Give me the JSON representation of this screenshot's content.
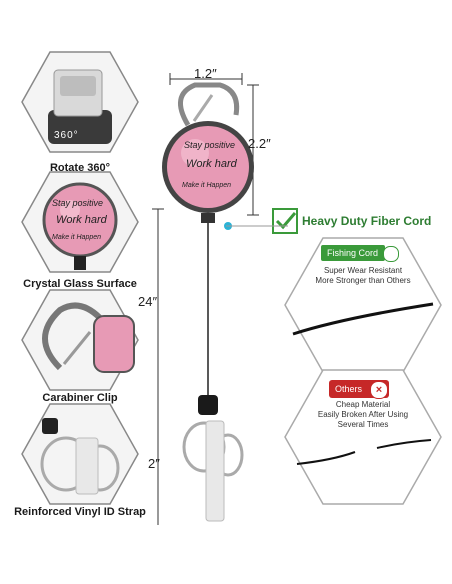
{
  "features": [
    {
      "label": "Rotate 360°",
      "badge": "360°"
    },
    {
      "label": "Crystal Glass Surface"
    },
    {
      "label": "Carabiner Clip"
    },
    {
      "label": "Reinforced Vinyl ID Strap"
    }
  ],
  "dimensions": {
    "width": "1.2″",
    "height": "2.2″",
    "cord": "24″",
    "strap": "2″"
  },
  "badge_text": {
    "line1": "Stay positive",
    "line2": "Work hard",
    "line3": "Make it Happen"
  },
  "cord_compare": {
    "heading": "Heavy Duty Fiber Cord",
    "good": {
      "label": "Fishing Cord",
      "line1": "Super Wear Resistant",
      "line2": "More Stronger than Others"
    },
    "bad": {
      "label": "Others",
      "line1": "Cheap Material",
      "line2": "Easily Broken After Using",
      "line3": "Several Times"
    }
  },
  "colors": {
    "green": "#3a9a3a",
    "red": "#c62828",
    "pink": "#e79ab5",
    "accent": "#2ab3d6"
  }
}
